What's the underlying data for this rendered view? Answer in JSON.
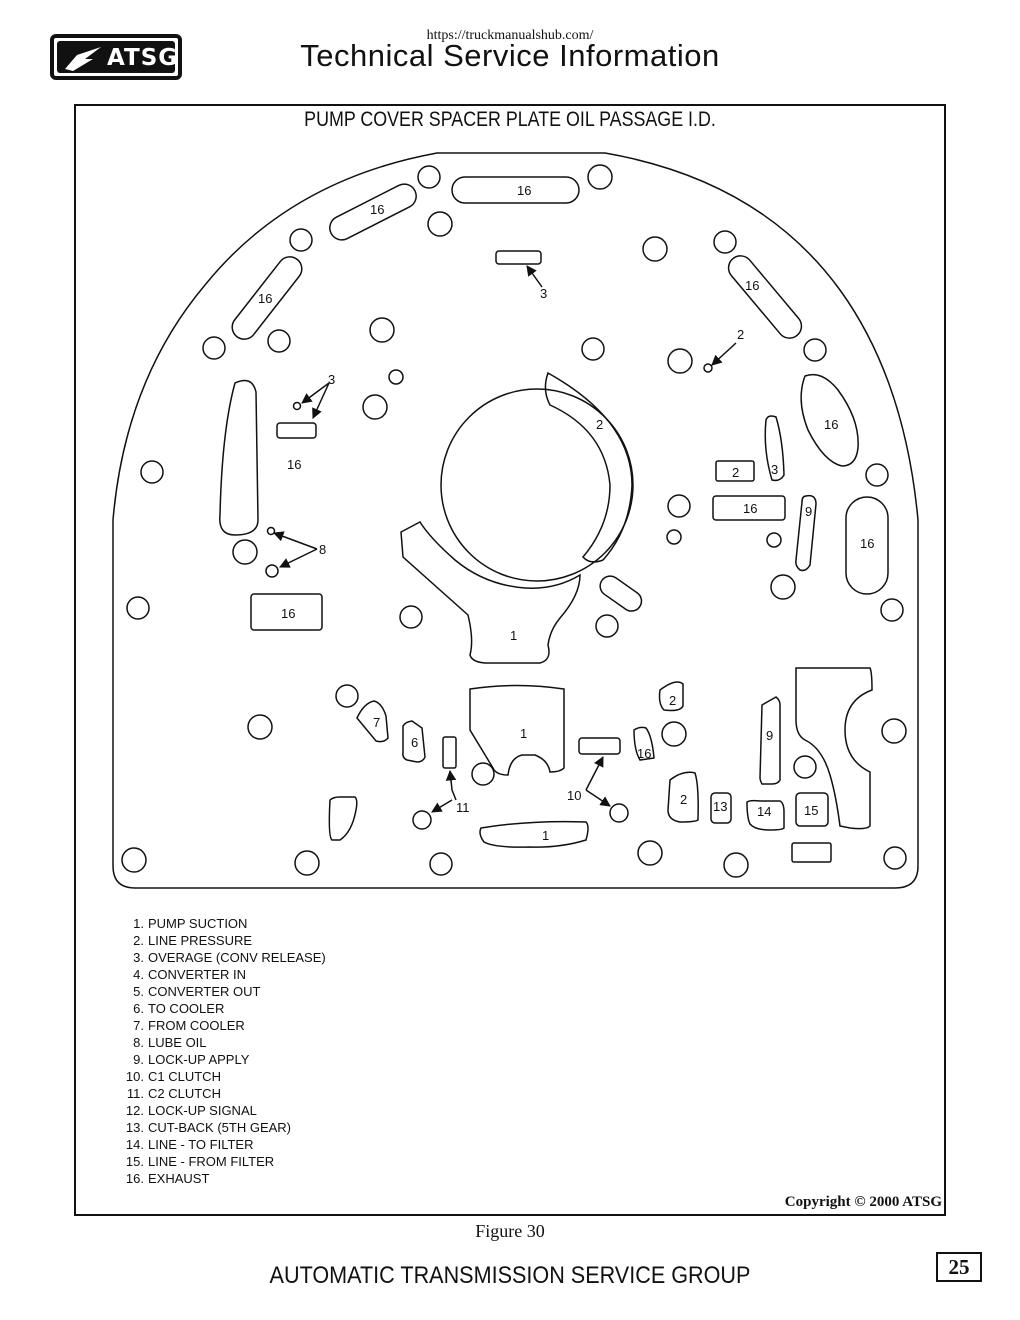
{
  "header": {
    "url": "https://truckmanualshub.com/",
    "title": "Technical Service Information",
    "logo_text": "ATSG"
  },
  "figure": {
    "title": "PUMP COVER SPACER PLATE OIL PASSAGE I.D.",
    "caption": "Figure 30",
    "copyright": "Copyright © 2000 ATSG",
    "callout_labels": [
      "1",
      "2",
      "3",
      "6",
      "7",
      "8",
      "9",
      "10",
      "11",
      "13",
      "14",
      "15",
      "16"
    ]
  },
  "legend": [
    {
      "num": "1.",
      "text": "PUMP SUCTION"
    },
    {
      "num": "2.",
      "text": "LINE PRESSURE"
    },
    {
      "num": "3.",
      "text": "OVERAGE (CONV RELEASE)"
    },
    {
      "num": "4.",
      "text": "CONVERTER IN"
    },
    {
      "num": "5.",
      "text": "CONVERTER OUT"
    },
    {
      "num": "6.",
      "text": "TO COOLER"
    },
    {
      "num": "7.",
      "text": "FROM COOLER"
    },
    {
      "num": "8.",
      "text": "LUBE OIL"
    },
    {
      "num": "9.",
      "text": "LOCK-UP APPLY"
    },
    {
      "num": "10.",
      "text": "C1 CLUTCH"
    },
    {
      "num": "11.",
      "text": "C2 CLUTCH"
    },
    {
      "num": "12.",
      "text": "LOCK-UP SIGNAL"
    },
    {
      "num": "13.",
      "text": "CUT-BACK (5TH GEAR)"
    },
    {
      "num": "14.",
      "text": "LINE - TO FILTER"
    },
    {
      "num": "15.",
      "text": "LINE - FROM  FILTER"
    },
    {
      "num": "16.",
      "text": "EXHAUST"
    }
  ],
  "footer": {
    "group": "AUTOMATIC TRANSMISSION SERVICE GROUP",
    "page_number": "25"
  }
}
